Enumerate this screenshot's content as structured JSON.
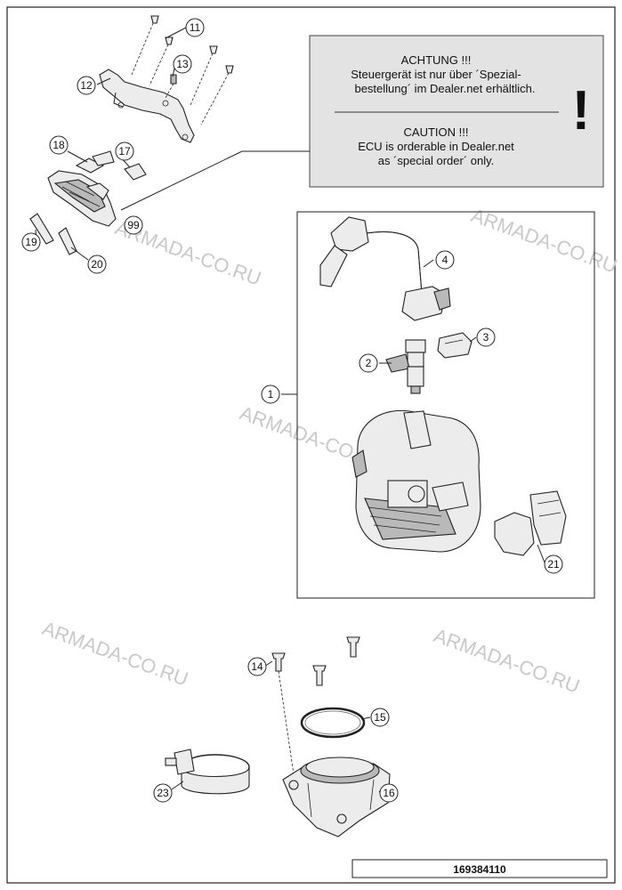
{
  "notice": {
    "de_line1": "ACHTUNG !!!",
    "de_line2": "Steuergerät ist nur über ´Spezial-",
    "de_line3": "bestellung´ im Dealer.net erhältlich.",
    "en_line1": "CAUTION !!!",
    "en_line2": "ECU is orderable in Dealer.net",
    "en_line3": "as ´special order´ only.",
    "symbol": "!"
  },
  "callouts": {
    "c1": "1",
    "c2": "2",
    "c3": "3",
    "c4": "4",
    "c11": "11",
    "c12": "12",
    "c13": "13",
    "c14": "14",
    "c15": "15",
    "c16": "16",
    "c17": "17",
    "c18": "18",
    "c19": "19",
    "c20": "20",
    "c21": "21",
    "c23": "23",
    "c99": "99"
  },
  "watermarks": {
    "w1": "ARMADA-CO.RU",
    "w2": "ARMADA-CO.RU",
    "w3": "ARMADA-CO.RU",
    "w4": "ARMADA-CO.RU",
    "w5": "ARMADA-CO.RU"
  },
  "footer": {
    "part_number": "169384110"
  }
}
